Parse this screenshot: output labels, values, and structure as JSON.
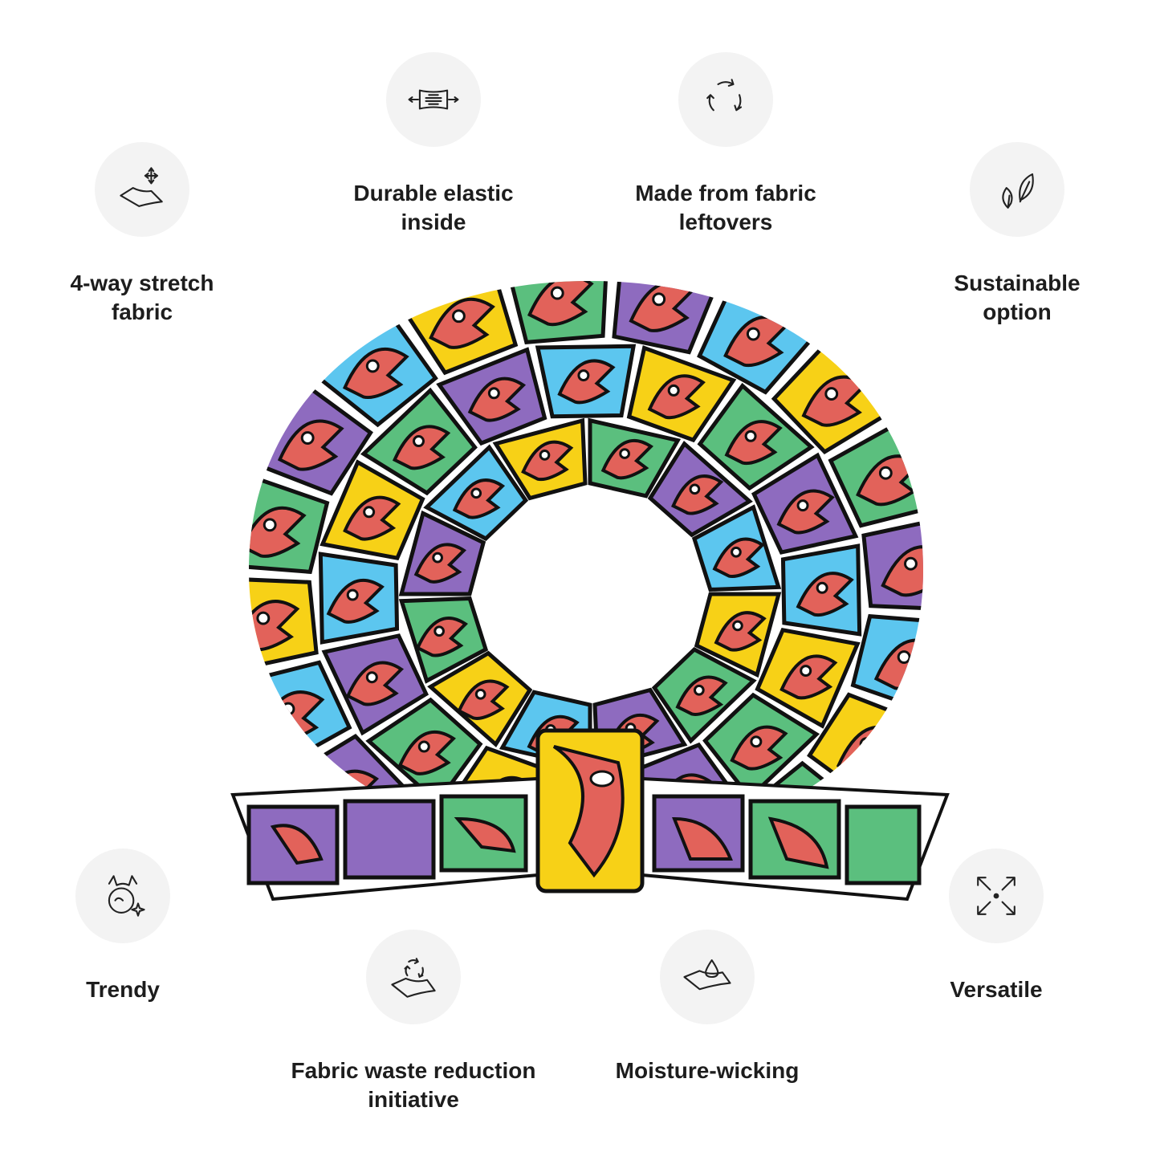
{
  "features": [
    {
      "label": "4-way stretch\nfabric",
      "icon": "stretch-fabric-icon"
    },
    {
      "label": "Durable elastic\ninside",
      "icon": "elastic-band-icon"
    },
    {
      "label": "Made from fabric\nleftovers",
      "icon": "recycle-arrows-icon"
    },
    {
      "label": "Sustainable\noption",
      "icon": "leaves-icon"
    },
    {
      "label": "Trendy",
      "icon": "sparkle-face-icon"
    },
    {
      "label": "Fabric waste reduction\ninitiative",
      "icon": "recycled-fabric-icon"
    },
    {
      "label": "Moisture-wicking",
      "icon": "water-drop-fabric-icon"
    },
    {
      "label": "Versatile",
      "icon": "expand-arrows-icon"
    }
  ],
  "colors": {
    "icon_bg": "#f3f3f3",
    "text": "#1d1d1d",
    "pattern": [
      "#f7d117",
      "#5bbf7e",
      "#8e6bbf",
      "#5cc6ef",
      "#e2625a"
    ]
  }
}
